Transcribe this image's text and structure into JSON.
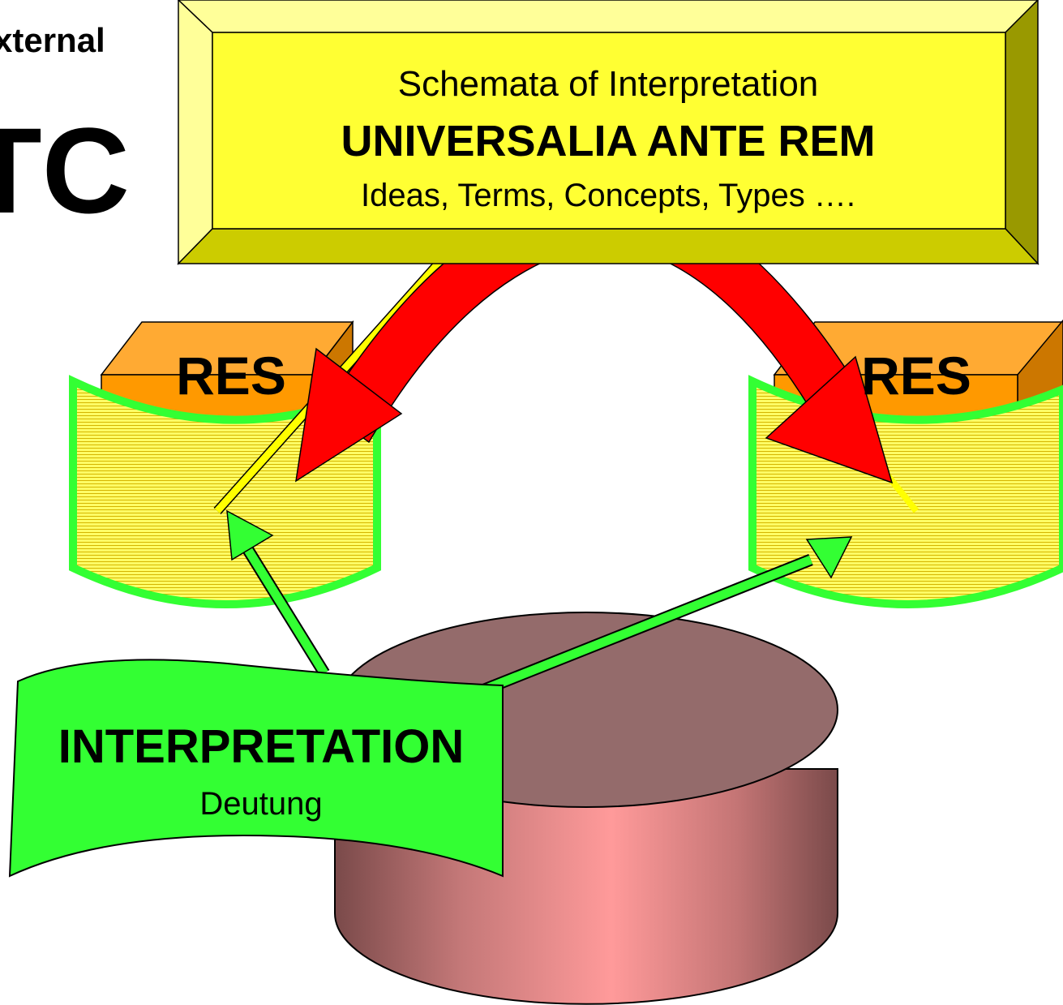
{
  "corner": {
    "external_label": "xternal",
    "big_label": "TC"
  },
  "top_box": {
    "line1": "Schemata of Interpretation",
    "line2": "UNIVERSALIA ANTE REM",
    "line3": "Ideas, Terms, Concepts, Types …."
  },
  "res_left": {
    "label": "RES"
  },
  "res_right": {
    "label": "RES"
  },
  "interpretation": {
    "title": "INTERPRETATION",
    "subtitle": "Deutung"
  },
  "colors": {
    "box_yellow": "#ffff33",
    "box_bevel_dark": "#999900",
    "box_bevel_light": "#ffff99",
    "red_arrow": "#ff0000",
    "green": "#33ff33",
    "res_orange": "#ff9900",
    "cylinder_top": "#946b6b",
    "cylinder_body": "#ff9999"
  }
}
